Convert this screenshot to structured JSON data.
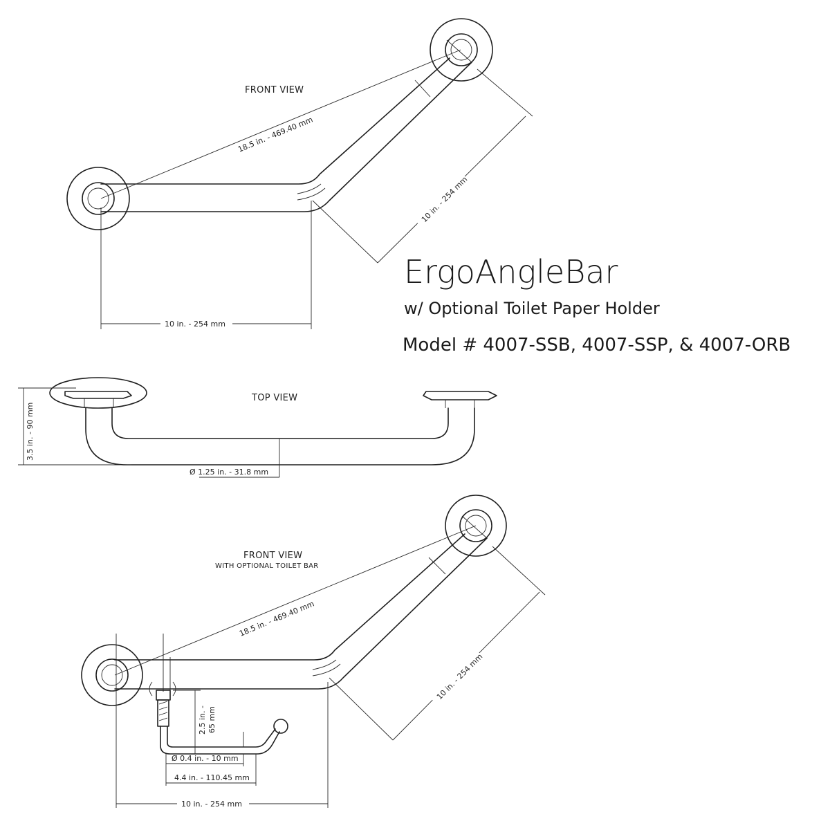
{
  "title": {
    "name": "ErgoAngleBar",
    "subtitle": "w/ Optional Toilet Paper Holder",
    "model": "Model # 4007-SSB, 4007-SSP, & 4007-ORB"
  },
  "views": {
    "front": {
      "label": "FRONT VIEW",
      "diagonal": "18.5 in. - 469.40 mm",
      "angled": "10 in. - 254 mm",
      "horizontal": "10 in. - 254 mm"
    },
    "top": {
      "label": "TOP VIEW",
      "depth": "3.5 in. - 90 mm",
      "diameter": "Ø 1.25 in. - 31.8 mm"
    },
    "front_toilet": {
      "label": "FRONT VIEW",
      "sublabel": "WITH OPTIONAL TOILET BAR",
      "diagonal": "18.5 in. - 469.40 mm",
      "angled": "10 in. - 254 mm",
      "horizontal": "10 in. - 254 mm",
      "drop_line1": "2.5 in. -",
      "drop_line2": "65 mm",
      "rod_diameter": "Ø 0.4 in. - 10 mm",
      "rod_length": "4.4 in. - 110.45 mm"
    }
  }
}
